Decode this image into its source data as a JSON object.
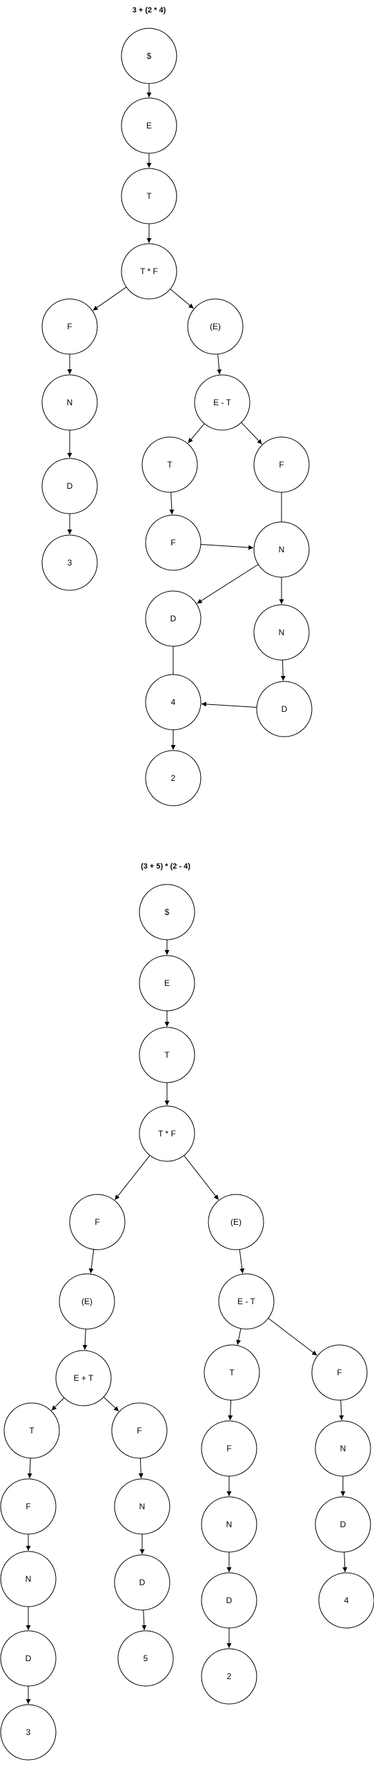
{
  "diagrams": [
    {
      "title": "3 + (2 * 4)",
      "nodes": [
        {
          "id": "d1n1",
          "label": "$"
        },
        {
          "id": "d1n2",
          "label": "E"
        },
        {
          "id": "d1n3",
          "label": "T"
        },
        {
          "id": "d1n4",
          "label": "T * F"
        },
        {
          "id": "d1n5",
          "label": "F"
        },
        {
          "id": "d1n6",
          "label": "(E)"
        },
        {
          "id": "d1n7",
          "label": "N"
        },
        {
          "id": "d1n8",
          "label": "E - T"
        },
        {
          "id": "d1n9",
          "label": "D"
        },
        {
          "id": "d1n10",
          "label": "T"
        },
        {
          "id": "d1n11",
          "label": "F"
        },
        {
          "id": "d1n12",
          "label": "3"
        },
        {
          "id": "d1n13",
          "label": "F"
        },
        {
          "id": "d1n14",
          "label": "N"
        },
        {
          "id": "d1n15",
          "label": "N"
        },
        {
          "id": "d1n16",
          "label": "D"
        },
        {
          "id": "d1n17",
          "label": "D"
        },
        {
          "id": "d1n18",
          "label": "4"
        },
        {
          "id": "d1n19",
          "label": "2"
        }
      ],
      "edges": [
        [
          "d1n1",
          "d1n2"
        ],
        [
          "d1n2",
          "d1n3"
        ],
        [
          "d1n3",
          "d1n4"
        ],
        [
          "d1n4",
          "d1n5"
        ],
        [
          "d1n4",
          "d1n6"
        ],
        [
          "d1n5",
          "d1n7"
        ],
        [
          "d1n7",
          "d1n9"
        ],
        [
          "d1n9",
          "d1n12"
        ],
        [
          "d1n6",
          "d1n8"
        ],
        [
          "d1n8",
          "d1n10"
        ],
        [
          "d1n8",
          "d1n11"
        ],
        [
          "d1n10",
          "d1n13"
        ],
        [
          "d1n13",
          "d1n14"
        ],
        [
          "d1n14",
          "d1n16"
        ],
        [
          "d1n16",
          "d1n19"
        ],
        [
          "d1n11",
          "d1n15"
        ],
        [
          "d1n15",
          "d1n17"
        ],
        [
          "d1n17",
          "d1n18"
        ]
      ]
    },
    {
      "title": "(3 + 5) * (2 - 4)",
      "nodes": [
        {
          "id": "d2n1",
          "label": "$"
        },
        {
          "id": "d2n2",
          "label": "E"
        },
        {
          "id": "d2n3",
          "label": "T"
        },
        {
          "id": "d2n4",
          "label": "T * F"
        },
        {
          "id": "d2n5",
          "label": "F"
        },
        {
          "id": "d2n6",
          "label": "(E)"
        },
        {
          "id": "d2n7",
          "label": "(E)"
        },
        {
          "id": "d2n8",
          "label": "E - T"
        },
        {
          "id": "d2n9",
          "label": "E + T"
        },
        {
          "id": "d2n10",
          "label": "T"
        },
        {
          "id": "d2n11",
          "label": "F"
        },
        {
          "id": "d2n12",
          "label": "T"
        },
        {
          "id": "d2n13",
          "label": "F"
        },
        {
          "id": "d2n14",
          "label": "F"
        },
        {
          "id": "d2n15",
          "label": "N"
        },
        {
          "id": "d2n16",
          "label": "F"
        },
        {
          "id": "d2n17",
          "label": "N"
        },
        {
          "id": "d2n18",
          "label": "N"
        },
        {
          "id": "d2n19",
          "label": "D"
        },
        {
          "id": "d2n20",
          "label": "N"
        },
        {
          "id": "d2n21",
          "label": "D"
        },
        {
          "id": "d2n22",
          "label": "D"
        },
        {
          "id": "d2n23",
          "label": "5"
        },
        {
          "id": "d2n24",
          "label": "D"
        },
        {
          "id": "d2n25",
          "label": "4"
        },
        {
          "id": "d2n26",
          "label": "2"
        },
        {
          "id": "d2n27",
          "label": "3"
        }
      ],
      "edges": [
        [
          "d2n1",
          "d2n2"
        ],
        [
          "d2n2",
          "d2n3"
        ],
        [
          "d2n3",
          "d2n4"
        ],
        [
          "d2n4",
          "d2n5"
        ],
        [
          "d2n4",
          "d2n6"
        ],
        [
          "d2n5",
          "d2n7"
        ],
        [
          "d2n7",
          "d2n9"
        ],
        [
          "d2n9",
          "d2n12"
        ],
        [
          "d2n9",
          "d2n13"
        ],
        [
          "d2n12",
          "d2n16"
        ],
        [
          "d2n16",
          "d2n20"
        ],
        [
          "d2n20",
          "d2n24"
        ],
        [
          "d2n24",
          "d2n27"
        ],
        [
          "d2n13",
          "d2n17"
        ],
        [
          "d2n17",
          "d2n21"
        ],
        [
          "d2n21",
          "d2n23"
        ],
        [
          "d2n6",
          "d2n8"
        ],
        [
          "d2n8",
          "d2n10"
        ],
        [
          "d2n8",
          "d2n11"
        ],
        [
          "d2n10",
          "d2n14"
        ],
        [
          "d2n14",
          "d2n18"
        ],
        [
          "d2n18",
          "d2n22"
        ],
        [
          "d2n22",
          "d2n26"
        ],
        [
          "d2n11",
          "d2n15"
        ],
        [
          "d2n15",
          "d2n19"
        ],
        [
          "d2n19",
          "d2n25"
        ]
      ]
    }
  ]
}
